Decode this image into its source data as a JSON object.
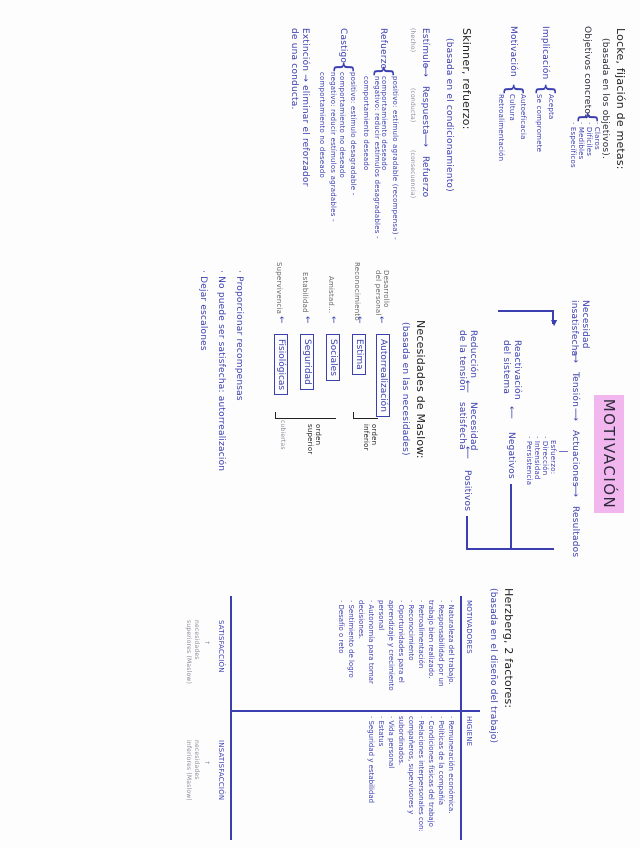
{
  "title": "MOTIVACIÓN",
  "cycle": {
    "necesidad_insatisfecha": [
      "Necesidad",
      "insatisfecha"
    ],
    "tension": "Tensión",
    "actuaciones": "Actuaciones",
    "resultados": "Resultados",
    "esfuerzo_label": "Esfuerzo:",
    "esfuerzo_items": [
      "· Dirección",
      "· Intensidad",
      "· Persistencia"
    ],
    "reactivacion": [
      "Reactivación",
      "del sistema"
    ],
    "negativos": "Negativos",
    "positivos": "Positivos",
    "necesidad_satisfecha": [
      "Necesidad",
      "satisfecha"
    ],
    "reduccion_tension": [
      "Reducción",
      "de la tensión"
    ]
  },
  "locke": {
    "heading": "Locke, fijación de metas:",
    "subheading": "(basada en los objetivos).",
    "objetivos_label": "Objetivos concretos",
    "objetivos_items": [
      "· Claros",
      "· Difíciles",
      "· Medibles",
      "· Específicos"
    ],
    "implicacion_label": "Implicación",
    "implicacion_items": [
      "Acepta",
      "Se compromete"
    ],
    "motivacion_label": "Motivación",
    "motivacion_items": [
      "Autoeficacia",
      "Cultura",
      "Retroalimentación"
    ]
  },
  "skinner": {
    "heading": "Skinner, refuerzo:",
    "subheading": "(basada en el condicionamiento)",
    "chain": [
      "Estímulo",
      "Respuesta",
      "Refuerzo"
    ],
    "chain_notes": [
      "(hecho)",
      "(conducta)",
      "(consecuencia)"
    ],
    "refuerzo_label": "Refuerzo",
    "refuerzo_items": [
      "positivo: estímulo agradable (recompensa) - comportamiento deseado",
      "negativo: reducir estímulos desagradables - comportamiento deseado"
    ],
    "castigo_label": "Castigo",
    "castigo_items": [
      "positivo: estímulo desagradable - comportamiento no deseado",
      "negativo: reducir estímulos agradables - comportamiento no deseado"
    ],
    "extincion": "Extinción → eliminar el reforzador de una conducta."
  },
  "maslow": {
    "heading": "Necesidades de Maslow:",
    "subheading": "(basada en las necesidades)",
    "levels": [
      {
        "name": "Autorrealización",
        "example": [
          "Desarrollo",
          "del personal"
        ]
      },
      {
        "name": "Estima",
        "example": [
          "Reconocimiento"
        ]
      },
      {
        "name": "Sociales",
        "example": [
          "Amistad..."
        ]
      },
      {
        "name": "Seguridad",
        "example": [
          "Estabilidad"
        ]
      },
      {
        "name": "Fisiológicas",
        "example": [
          "Supervivencia"
        ]
      }
    ],
    "orden_inferior": [
      "orden",
      "inferior"
    ],
    "orden_superior": [
      "orden",
      "superior"
    ],
    "cubiertas": "cubiertas",
    "notes": [
      "· Proporcionar recompensas",
      "· No puede ser satisfecha: autorrealización",
      "· Dejar escalones"
    ]
  },
  "herzberg": {
    "heading": "Herzberg, 2 factores:",
    "subheading": "(basada en el diseño del trabajo)",
    "columns": [
      "MOTIVADORES",
      "HIGIENE"
    ],
    "motivadores": [
      "· Naturaleza del trabajo.",
      "· Responsabilidad por un trabajo bien realizado.",
      "· Retroalimentación",
      "· Reconocimiento",
      "· Oportunidades para el aprendizaje y crecimiento personal",
      "· Autonomía para tomar decisiones.",
      "· Sentimiento de logro",
      "· Desafío o reto"
    ],
    "higiene": [
      "· Remuneración económica.",
      "· Políticas de la compañía",
      "· Condiciones físicas del trabajo",
      "· Relaciones interpersonales con: compañeros, supervisores y subordinados.",
      "· Vida personal",
      "· Estatus",
      "· Seguridad y estabilidad"
    ],
    "footer_left": "SATISFACCIÓN",
    "footer_right": "INSATISFACCIÓN",
    "footer_left_notes": [
      "necesidades",
      "superiores (Maslow)"
    ],
    "footer_right_notes": [
      "necesidades",
      "inferiores (Maslow)"
    ],
    "accent": "#3b3fb0",
    "title_highlight": "#f2b6ef"
  }
}
